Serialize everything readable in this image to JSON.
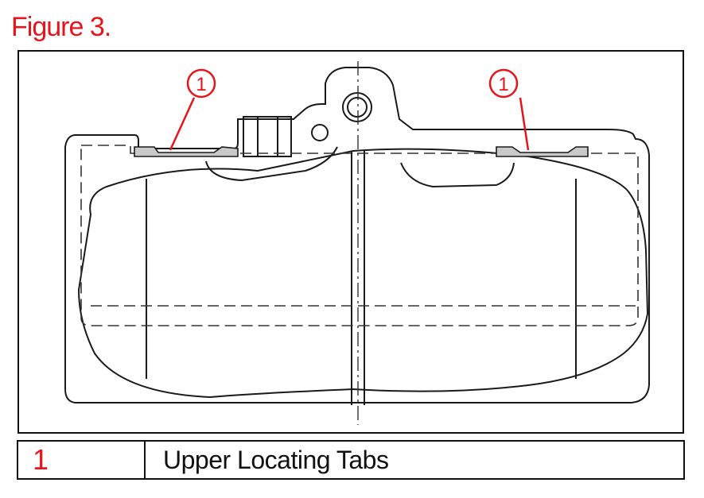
{
  "figure": {
    "title": "Figure 3.",
    "title_color": "#e8141b"
  },
  "diagram": {
    "callouts": [
      {
        "label": "1"
      },
      {
        "label": "1"
      }
    ],
    "callout_color": "#e8141b"
  },
  "legend": {
    "rows": [
      {
        "number": "1",
        "description": "Upper Locating Tabs"
      }
    ]
  }
}
